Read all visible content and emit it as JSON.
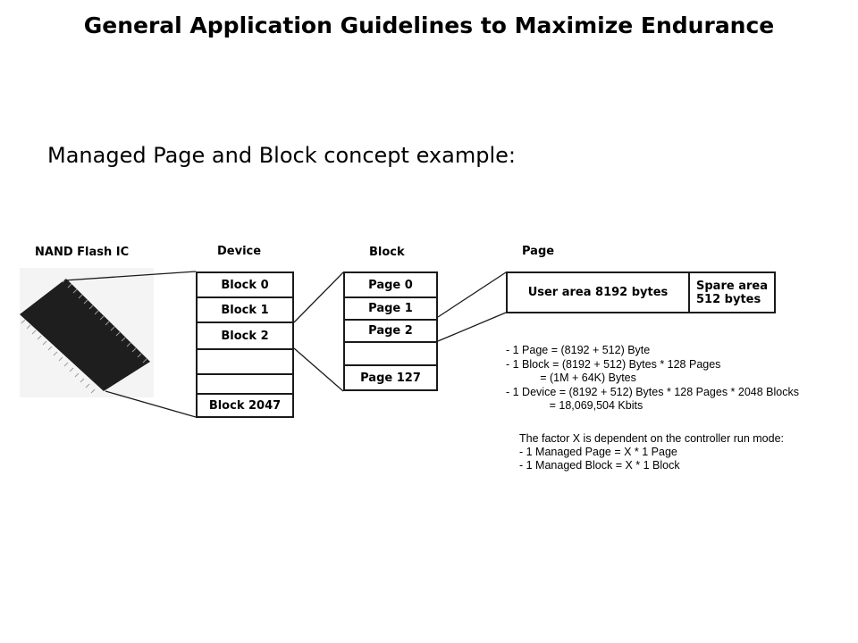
{
  "slide": {
    "title": "General Application Guidelines to Maximize Endurance",
    "subtitle": "Managed Page and Block concept example:"
  },
  "diagram": {
    "chip_label": "NAND Flash IC",
    "device": {
      "header": "Device",
      "blocks": [
        "Block 0",
        "Block 1",
        "Block 2",
        "",
        "",
        "Block 2047"
      ]
    },
    "block": {
      "header": "Block",
      "pages": [
        "Page 0",
        "Page 1",
        "Page 2",
        "",
        "Page 127"
      ]
    },
    "page": {
      "header": "Page",
      "user_area": "User area 8192 bytes",
      "spare_area_line1": "Spare area",
      "spare_area_line2": "512 bytes"
    }
  },
  "formulas": [
    "- 1 Page = (8192 + 512) Byte",
    "- 1 Block = (8192 + 512) Bytes * 128 Pages",
    "           = (1M + 64K) Bytes",
    "- 1 Device = (8192 + 512) Bytes * 128 Pages * 2048 Blocks",
    "              = 18,069,504 Kbits"
  ],
  "factor_notes": [
    "The factor X is dependent on the controller run mode:",
    "- 1 Managed Page = X * 1 Page",
    "- 1 Managed Block = X * 1 Block"
  ]
}
